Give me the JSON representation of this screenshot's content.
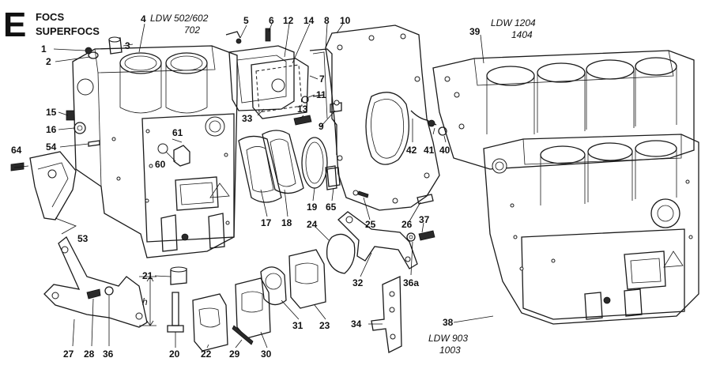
{
  "header": {
    "section_letter": "E",
    "line1": "FOCS",
    "line2": "SUPERFOCS"
  },
  "models": {
    "ldw502": "LDW 502/602",
    "ldw702": "702",
    "ldw1204": "LDW 1204",
    "ldw1404": "1404",
    "ldw903": "LDW 903",
    "ldw1003": "1003"
  },
  "dimension_label": "h",
  "callouts": [
    {
      "id": "1",
      "text": "1"
    },
    {
      "id": "2",
      "text": "2"
    },
    {
      "id": "3",
      "text": "3"
    },
    {
      "id": "4",
      "text": "4"
    },
    {
      "id": "5",
      "text": "5"
    },
    {
      "id": "6",
      "text": "6"
    },
    {
      "id": "7",
      "text": "7"
    },
    {
      "id": "8",
      "text": "8"
    },
    {
      "id": "9",
      "text": "9"
    },
    {
      "id": "10",
      "text": "10"
    },
    {
      "id": "11",
      "text": "11"
    },
    {
      "id": "12",
      "text": "12"
    },
    {
      "id": "13",
      "text": "13"
    },
    {
      "id": "14",
      "text": "14"
    },
    {
      "id": "15",
      "text": "15"
    },
    {
      "id": "16",
      "text": "16"
    },
    {
      "id": "17",
      "text": "17"
    },
    {
      "id": "18",
      "text": "18"
    },
    {
      "id": "19",
      "text": "19"
    },
    {
      "id": "20",
      "text": "20"
    },
    {
      "id": "21",
      "text": "21"
    },
    {
      "id": "22",
      "text": "22"
    },
    {
      "id": "23",
      "text": "23"
    },
    {
      "id": "24",
      "text": "24"
    },
    {
      "id": "25",
      "text": "25"
    },
    {
      "id": "26",
      "text": "26"
    },
    {
      "id": "27",
      "text": "27"
    },
    {
      "id": "28",
      "text": "28"
    },
    {
      "id": "29",
      "text": "29"
    },
    {
      "id": "30",
      "text": "30"
    },
    {
      "id": "31",
      "text": "31"
    },
    {
      "id": "32",
      "text": "32"
    },
    {
      "id": "33",
      "text": "33"
    },
    {
      "id": "34",
      "text": "34"
    },
    {
      "id": "36",
      "text": "36"
    },
    {
      "id": "36a",
      "text": "36a"
    },
    {
      "id": "37",
      "text": "37"
    },
    {
      "id": "38",
      "text": "38"
    },
    {
      "id": "39",
      "text": "39"
    },
    {
      "id": "40",
      "text": "40"
    },
    {
      "id": "41",
      "text": "41"
    },
    {
      "id": "42",
      "text": "42"
    },
    {
      "id": "53",
      "text": "53"
    },
    {
      "id": "54",
      "text": "54"
    },
    {
      "id": "60",
      "text": "60"
    },
    {
      "id": "61",
      "text": "61"
    },
    {
      "id": "64",
      "text": "64"
    },
    {
      "id": "65",
      "text": "65"
    }
  ]
}
